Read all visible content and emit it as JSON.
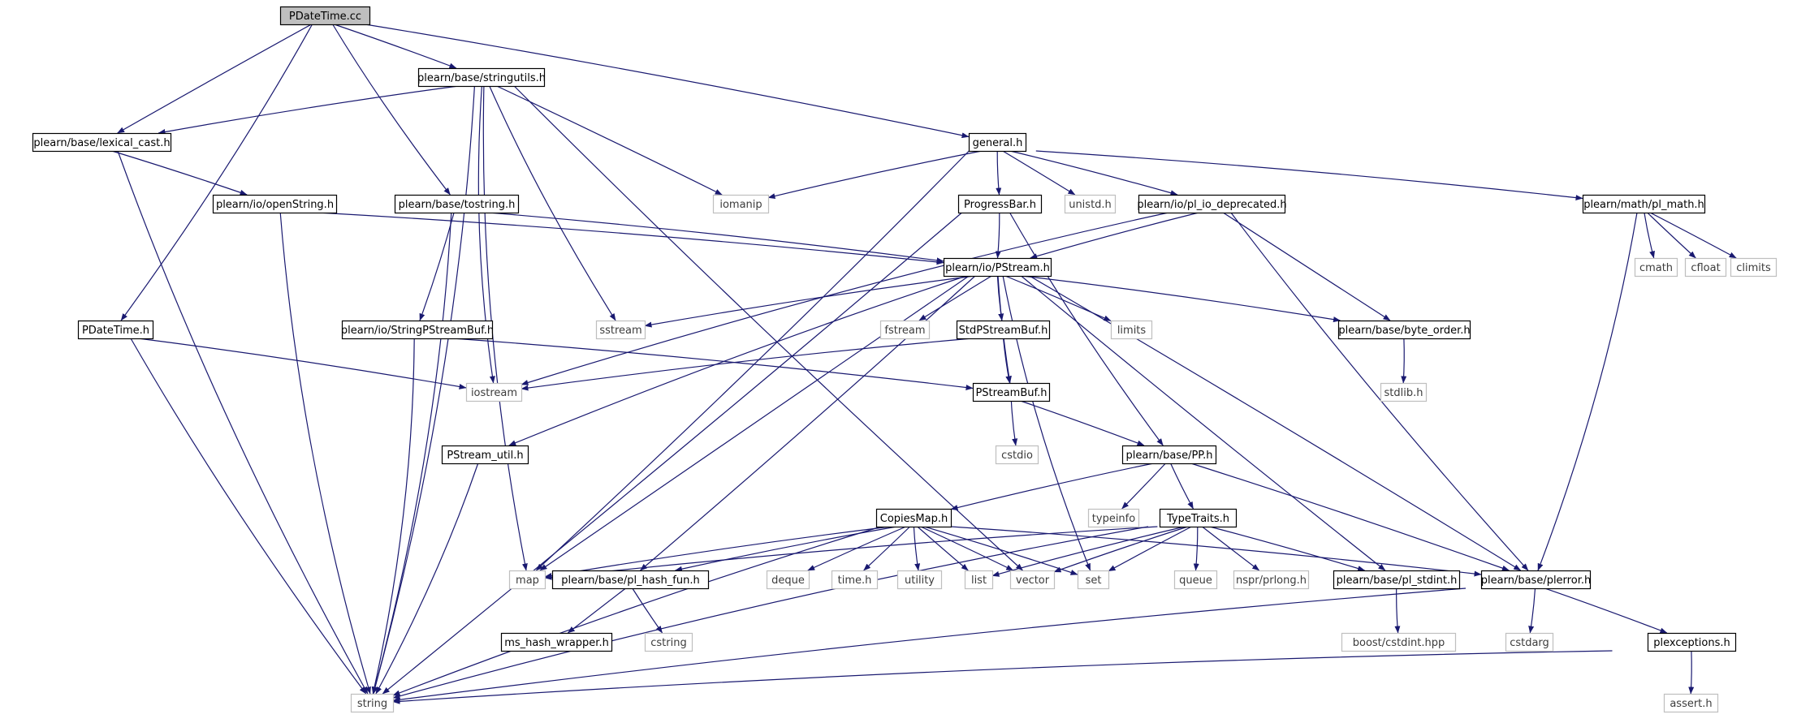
{
  "colors": {
    "edge": "#191970",
    "border_strong": "#000000",
    "border_weak": "#bfbfbf",
    "root_fill": "#bfbfbf",
    "fill": "#ffffff",
    "text_strong": "#000000",
    "text_weak": "#3c3c3c"
  },
  "nodes": [
    {
      "id": "root",
      "label": "PDateTime.cc",
      "style": "root"
    },
    {
      "id": "stringutils",
      "label": "plearn/base/stringutils.h",
      "style": "strong"
    },
    {
      "id": "lexical_cast",
      "label": "plearn/base/lexical_cast.h",
      "style": "strong"
    },
    {
      "id": "general",
      "label": "general.h",
      "style": "strong"
    },
    {
      "id": "iomanip",
      "label": "iomanip",
      "style": "weak"
    },
    {
      "id": "openString",
      "label": "plearn/io/openString.h",
      "style": "strong"
    },
    {
      "id": "tostring",
      "label": "plearn/base/tostring.h",
      "style": "strong"
    },
    {
      "id": "ProgressBar",
      "label": "ProgressBar.h",
      "style": "strong"
    },
    {
      "id": "unistd",
      "label": "unistd.h",
      "style": "weak"
    },
    {
      "id": "pl_io_deprecated",
      "label": "plearn/io/pl_io_deprecated.h",
      "style": "strong"
    },
    {
      "id": "pl_math",
      "label": "plearn/math/pl_math.h",
      "style": "strong"
    },
    {
      "id": "PStream",
      "label": "plearn/io/PStream.h",
      "style": "strong"
    },
    {
      "id": "cmath",
      "label": "cmath",
      "style": "weak"
    },
    {
      "id": "cfloat",
      "label": "cfloat",
      "style": "weak"
    },
    {
      "id": "climits",
      "label": "climits",
      "style": "weak"
    },
    {
      "id": "PDateTime_h",
      "label": "PDateTime.h",
      "style": "strong"
    },
    {
      "id": "StringPStreamBuf",
      "label": "plearn/io/StringPStreamBuf.h",
      "style": "strong"
    },
    {
      "id": "sstream",
      "label": "sstream",
      "style": "weak"
    },
    {
      "id": "fstream",
      "label": "fstream",
      "style": "weak"
    },
    {
      "id": "StdPStreamBuf",
      "label": "StdPStreamBuf.h",
      "style": "strong"
    },
    {
      "id": "limits",
      "label": "limits",
      "style": "weak"
    },
    {
      "id": "byte_order",
      "label": "plearn/base/byte_order.h",
      "style": "strong"
    },
    {
      "id": "iostream",
      "label": "iostream",
      "style": "weak"
    },
    {
      "id": "PStreamBuf",
      "label": "PStreamBuf.h",
      "style": "strong"
    },
    {
      "id": "stdlib",
      "label": "stdlib.h",
      "style": "weak"
    },
    {
      "id": "PStream_util",
      "label": "PStream_util.h",
      "style": "strong"
    },
    {
      "id": "cstdio",
      "label": "cstdio",
      "style": "weak"
    },
    {
      "id": "PP",
      "label": "plearn/base/PP.h",
      "style": "strong"
    },
    {
      "id": "CopiesMap",
      "label": "CopiesMap.h",
      "style": "strong"
    },
    {
      "id": "typeinfo",
      "label": "typeinfo",
      "style": "weak"
    },
    {
      "id": "TypeTraits",
      "label": "TypeTraits.h",
      "style": "strong"
    },
    {
      "id": "map",
      "label": "map",
      "style": "weak"
    },
    {
      "id": "pl_hash_fun",
      "label": "plearn/base/pl_hash_fun.h",
      "style": "strong"
    },
    {
      "id": "deque",
      "label": "deque",
      "style": "weak"
    },
    {
      "id": "time_h",
      "label": "time.h",
      "style": "weak"
    },
    {
      "id": "utility",
      "label": "utility",
      "style": "weak"
    },
    {
      "id": "list",
      "label": "list",
      "style": "weak"
    },
    {
      "id": "vector",
      "label": "vector",
      "style": "weak"
    },
    {
      "id": "set",
      "label": "set",
      "style": "weak"
    },
    {
      "id": "queue",
      "label": "queue",
      "style": "weak"
    },
    {
      "id": "prlong",
      "label": "nspr/prlong.h",
      "style": "weak"
    },
    {
      "id": "pl_stdint",
      "label": "plearn/base/pl_stdint.h",
      "style": "strong"
    },
    {
      "id": "plerror",
      "label": "plearn/base/plerror.h",
      "style": "strong"
    },
    {
      "id": "ms_hash_wrapper",
      "label": "ms_hash_wrapper.h",
      "style": "strong"
    },
    {
      "id": "cstring",
      "label": "cstring",
      "style": "weak"
    },
    {
      "id": "cstdint",
      "label": "boost/cstdint.hpp",
      "style": "weak"
    },
    {
      "id": "cstdarg",
      "label": "cstdarg",
      "style": "weak"
    },
    {
      "id": "plexceptions",
      "label": "plexceptions.h",
      "style": "strong"
    },
    {
      "id": "string",
      "label": "string",
      "style": "weak"
    },
    {
      "id": "assert",
      "label": "assert.h",
      "style": "weak"
    }
  ],
  "edges": [
    [
      "root",
      "stringutils"
    ],
    [
      "root",
      "lexical_cast"
    ],
    [
      "root",
      "general"
    ],
    [
      "root",
      "tostring"
    ],
    [
      "root",
      "PDateTime_h"
    ],
    [
      "stringutils",
      "lexical_cast"
    ],
    [
      "stringutils",
      "iomanip"
    ],
    [
      "stringutils",
      "string"
    ],
    [
      "stringutils",
      "map"
    ],
    [
      "stringutils",
      "iostream"
    ],
    [
      "stringutils",
      "sstream"
    ],
    [
      "stringutils",
      "vector"
    ],
    [
      "lexical_cast",
      "openString"
    ],
    [
      "lexical_cast",
      "string"
    ],
    [
      "openString",
      "PStream"
    ],
    [
      "openString",
      "string"
    ],
    [
      "tostring",
      "PStream"
    ],
    [
      "tostring",
      "StringPStreamBuf"
    ],
    [
      "tostring",
      "string"
    ],
    [
      "general",
      "iomanip"
    ],
    [
      "general",
      "ProgressBar"
    ],
    [
      "general",
      "unistd"
    ],
    [
      "general",
      "pl_io_deprecated"
    ],
    [
      "general",
      "pl_math"
    ],
    [
      "general",
      "map"
    ],
    [
      "ProgressBar",
      "PStream"
    ],
    [
      "ProgressBar",
      "PP"
    ],
    [
      "ProgressBar",
      "string"
    ],
    [
      "pl_io_deprecated",
      "PStream"
    ],
    [
      "pl_io_deprecated",
      "byte_order"
    ],
    [
      "pl_io_deprecated",
      "iostream"
    ],
    [
      "pl_io_deprecated",
      "plerror"
    ],
    [
      "pl_math",
      "cmath"
    ],
    [
      "pl_math",
      "cfloat"
    ],
    [
      "pl_math",
      "climits"
    ],
    [
      "pl_math",
      "plerror"
    ],
    [
      "PStream",
      "sstream"
    ],
    [
      "PStream",
      "fstream"
    ],
    [
      "PStream",
      "StdPStreamBuf"
    ],
    [
      "PStream",
      "limits"
    ],
    [
      "PStream",
      "byte_order"
    ],
    [
      "PStream",
      "PStreamBuf"
    ],
    [
      "PStream",
      "PStream_util"
    ],
    [
      "PStream",
      "map"
    ],
    [
      "PStream",
      "pl_hash_fun"
    ],
    [
      "PStream",
      "set"
    ],
    [
      "PStream",
      "pl_stdint"
    ],
    [
      "PStream",
      "plerror"
    ],
    [
      "PDateTime_h",
      "iostream"
    ],
    [
      "PDateTime_h",
      "string"
    ],
    [
      "StringPStreamBuf",
      "PStreamBuf"
    ],
    [
      "StringPStreamBuf",
      "string"
    ],
    [
      "StdPStreamBuf",
      "PStreamBuf"
    ],
    [
      "StdPStreamBuf",
      "iostream"
    ],
    [
      "byte_order",
      "stdlib"
    ],
    [
      "PStreamBuf",
      "cstdio"
    ],
    [
      "PStreamBuf",
      "PP"
    ],
    [
      "PStream_util",
      "string"
    ],
    [
      "PP",
      "CopiesMap"
    ],
    [
      "PP",
      "typeinfo"
    ],
    [
      "PP",
      "TypeTraits"
    ],
    [
      "PP",
      "plerror"
    ],
    [
      "CopiesMap",
      "map"
    ],
    [
      "CopiesMap",
      "pl_hash_fun"
    ],
    [
      "CopiesMap",
      "deque"
    ],
    [
      "CopiesMap",
      "time_h"
    ],
    [
      "CopiesMap",
      "utility"
    ],
    [
      "CopiesMap",
      "list"
    ],
    [
      "CopiesMap",
      "vector"
    ],
    [
      "CopiesMap",
      "set"
    ],
    [
      "CopiesMap",
      "plerror"
    ],
    [
      "CopiesMap",
      "string"
    ],
    [
      "TypeTraits",
      "map"
    ],
    [
      "TypeTraits",
      "list"
    ],
    [
      "TypeTraits",
      "vector"
    ],
    [
      "TypeTraits",
      "set"
    ],
    [
      "TypeTraits",
      "queue"
    ],
    [
      "TypeTraits",
      "prlong"
    ],
    [
      "TypeTraits",
      "pl_stdint"
    ],
    [
      "TypeTraits",
      "string"
    ],
    [
      "pl_hash_fun",
      "ms_hash_wrapper"
    ],
    [
      "pl_hash_fun",
      "cstring"
    ],
    [
      "pl_stdint",
      "cstdint"
    ],
    [
      "plerror",
      "cstdarg"
    ],
    [
      "plerror",
      "plexceptions"
    ],
    [
      "plerror",
      "string"
    ],
    [
      "plexceptions",
      "assert"
    ],
    [
      "plexceptions",
      "string"
    ]
  ]
}
